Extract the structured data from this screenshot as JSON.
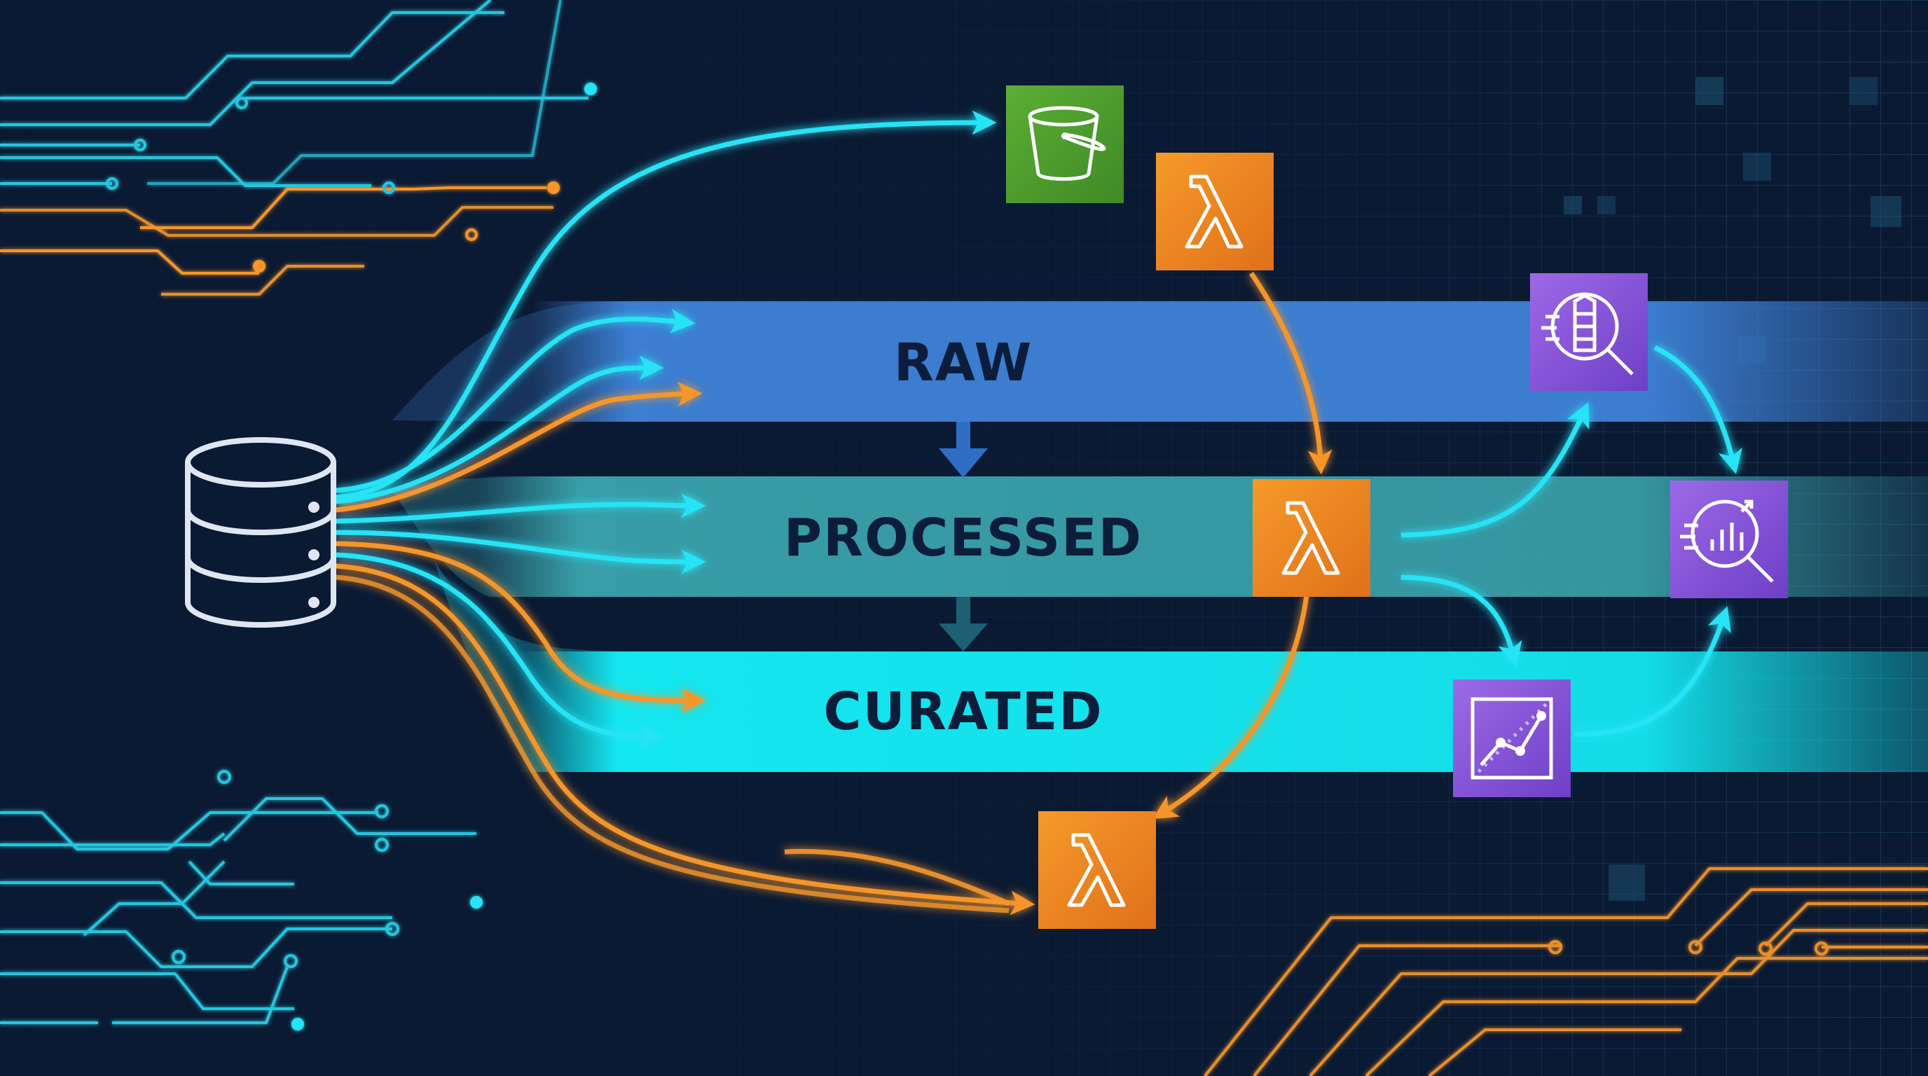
{
  "layers": {
    "raw": "RAW",
    "processed": "PROCESSED",
    "curated": "CURATED"
  },
  "icons": {
    "source": "database-icon",
    "storage": "s3-bucket-icon",
    "functions": [
      "lambda-icon",
      "lambda-icon",
      "lambda-icon"
    ],
    "catalog": "glue-crawler-icon",
    "query": "athena-analytics-icon",
    "visualization": "quicksight-chart-icon"
  },
  "colors": {
    "background": "#0b1a33",
    "raw_band": "#3f82d8",
    "processed_band": "#3aa3ac",
    "curated_band": "#14e6f0",
    "cyan_flow": "#27e3f5",
    "orange_flow": "#f5962a",
    "s3_green": "#4a9a2e",
    "lambda_orange": "#ef8a1d",
    "analytics_purple": "#8e5ce0",
    "label_text": "#0c1d3c"
  }
}
